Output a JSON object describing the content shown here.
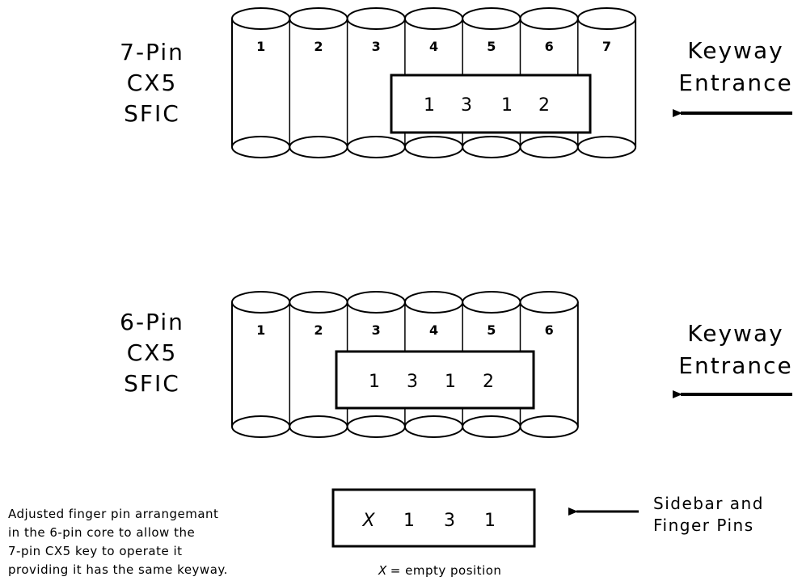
{
  "core7": {
    "label": [
      "7-Pin",
      "CX5",
      "SFIC"
    ],
    "pins": [
      "1",
      "2",
      "3",
      "4",
      "5",
      "6",
      "7"
    ],
    "code": [
      "1",
      "3",
      "1",
      "2"
    ],
    "keyway": [
      "Keyway",
      "Entrance"
    ]
  },
  "core6": {
    "label": [
      "6-Pin",
      "CX5",
      "SFIC"
    ],
    "pins": [
      "1",
      "2",
      "3",
      "4",
      "5",
      "6"
    ],
    "code": [
      "1",
      "3",
      "1",
      "2"
    ],
    "keyway": [
      "Keyway",
      "Entrance"
    ]
  },
  "adjusted": {
    "code": [
      "X",
      "1",
      "3",
      "1"
    ],
    "legend_symbol": "X",
    "legend_text": "= empty position",
    "pointer_label": [
      "Sidebar and",
      "Finger Pins"
    ],
    "note": [
      "Adjusted finger pin arrangemant",
      "in the 6-pin core to allow the",
      "7-pin CX5 key to operate it",
      "providing it has the same keyway."
    ]
  }
}
